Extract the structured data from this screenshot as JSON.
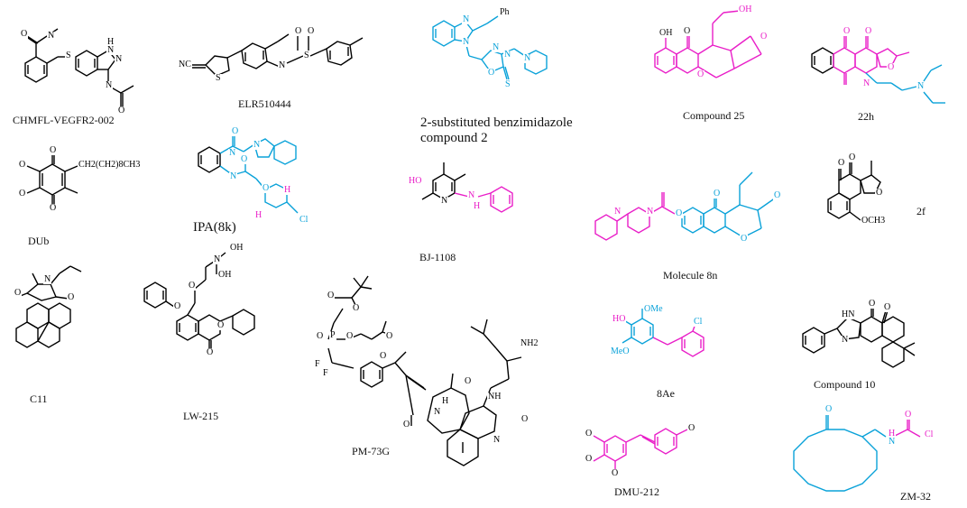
{
  "colors": {
    "black": "#000000",
    "cyan": "#0aa2d9",
    "magenta": "#e91ec8"
  },
  "compounds": {
    "chmfl": {
      "name": "CHMFL-VEGFR2-002",
      "atoms": {
        "o1": "O",
        "n1": "N",
        "s": "S",
        "nh": "H",
        "n2": "N",
        "n3": "N",
        "n4": "N",
        "o2": "O"
      }
    },
    "elr": {
      "name": "ELR510444",
      "atoms": {
        "nc": "NC",
        "s": "S",
        "n": "N",
        "s2": "S",
        "o1": "O",
        "o2": "O"
      }
    },
    "benz": {
      "name": "2-substituted benzimidazole\ncompound 2",
      "atoms": {
        "n1": "N",
        "n2": "N",
        "ph": "Ph",
        "n3": "N",
        "n4": "N",
        "o": "O",
        "n5": "N",
        "s": "S"
      }
    },
    "c25": {
      "name": "Compound 25",
      "atoms": {
        "oh1": "OH",
        "oh2": "OH",
        "o1": "O",
        "o2": "O",
        "o3": "O"
      }
    },
    "h22": {
      "name": "22h",
      "atoms": {
        "o1": "O",
        "o2": "O",
        "o3": "O",
        "n1": "N",
        "n2": "N"
      }
    },
    "dub": {
      "name": "DUb",
      "atoms": {
        "o1": "O",
        "o2": "O",
        "o3": "O",
        "o4": "O",
        "chain": "CH2(CH2)8CH3"
      }
    },
    "ipa": {
      "name": "IPA(8k)",
      "atoms": {
        "o1": "O",
        "n1": "N",
        "n2": "N",
        "n3": "N",
        "o2": "O",
        "o3": "O",
        "h1": "H",
        "h2": "H",
        "cl": "Cl"
      }
    },
    "bj": {
      "name": "BJ-1108",
      "atoms": {
        "ho": "HO",
        "n": "N",
        "nh": "N",
        "h": "H"
      }
    },
    "m8n": {
      "name": "Molecule 8n",
      "atoms": {
        "n1": "N",
        "n2": "N",
        "o1": "O",
        "o2": "O",
        "o3": "O",
        "o4": "O"
      }
    },
    "f2": {
      "name": "2f",
      "atoms": {
        "o1": "O",
        "o2": "O",
        "o3": "O",
        "och3": "OCH3"
      }
    },
    "c11": {
      "name": "C11",
      "atoms": {
        "o1": "O",
        "o2": "O",
        "n": "N"
      }
    },
    "lw": {
      "name": "LW-215",
      "atoms": {
        "oh1": "OH",
        "oh2": "OH",
        "n": "N",
        "o1": "O",
        "o2": "O",
        "o3": "O",
        "o4": "O"
      }
    },
    "pm": {
      "name": "PM-73G",
      "atoms": {
        "o1": "O",
        "o2": "O",
        "p": "P",
        "o3": "O",
        "o4": "O",
        "f": "F",
        "f2": "F",
        "o5": "O",
        "o6": "O",
        "nh2": "NH2",
        "nh": "NH",
        "h": "H",
        "n": "N",
        "o7": "O",
        "o8": "O",
        "n2": "N",
        "o9": "O"
      }
    },
    "ae": {
      "name": "8Ae",
      "atoms": {
        "ho": "HO",
        "ome": "OMe",
        "meo": "MeO",
        "cl": "Cl"
      }
    },
    "c10": {
      "name": "Compound 10",
      "atoms": {
        "hn": "HN",
        "n": "N",
        "o1": "O",
        "o2": "O"
      }
    },
    "dmu": {
      "name": "DMU-212",
      "atoms": {
        "o1": "O",
        "o2": "O",
        "o3": "O",
        "o4": "O"
      }
    },
    "zm": {
      "name": "ZM-32",
      "atoms": {
        "o1": "O",
        "h": "H",
        "n": "N",
        "o2": "O",
        "cl": "Cl"
      }
    }
  }
}
